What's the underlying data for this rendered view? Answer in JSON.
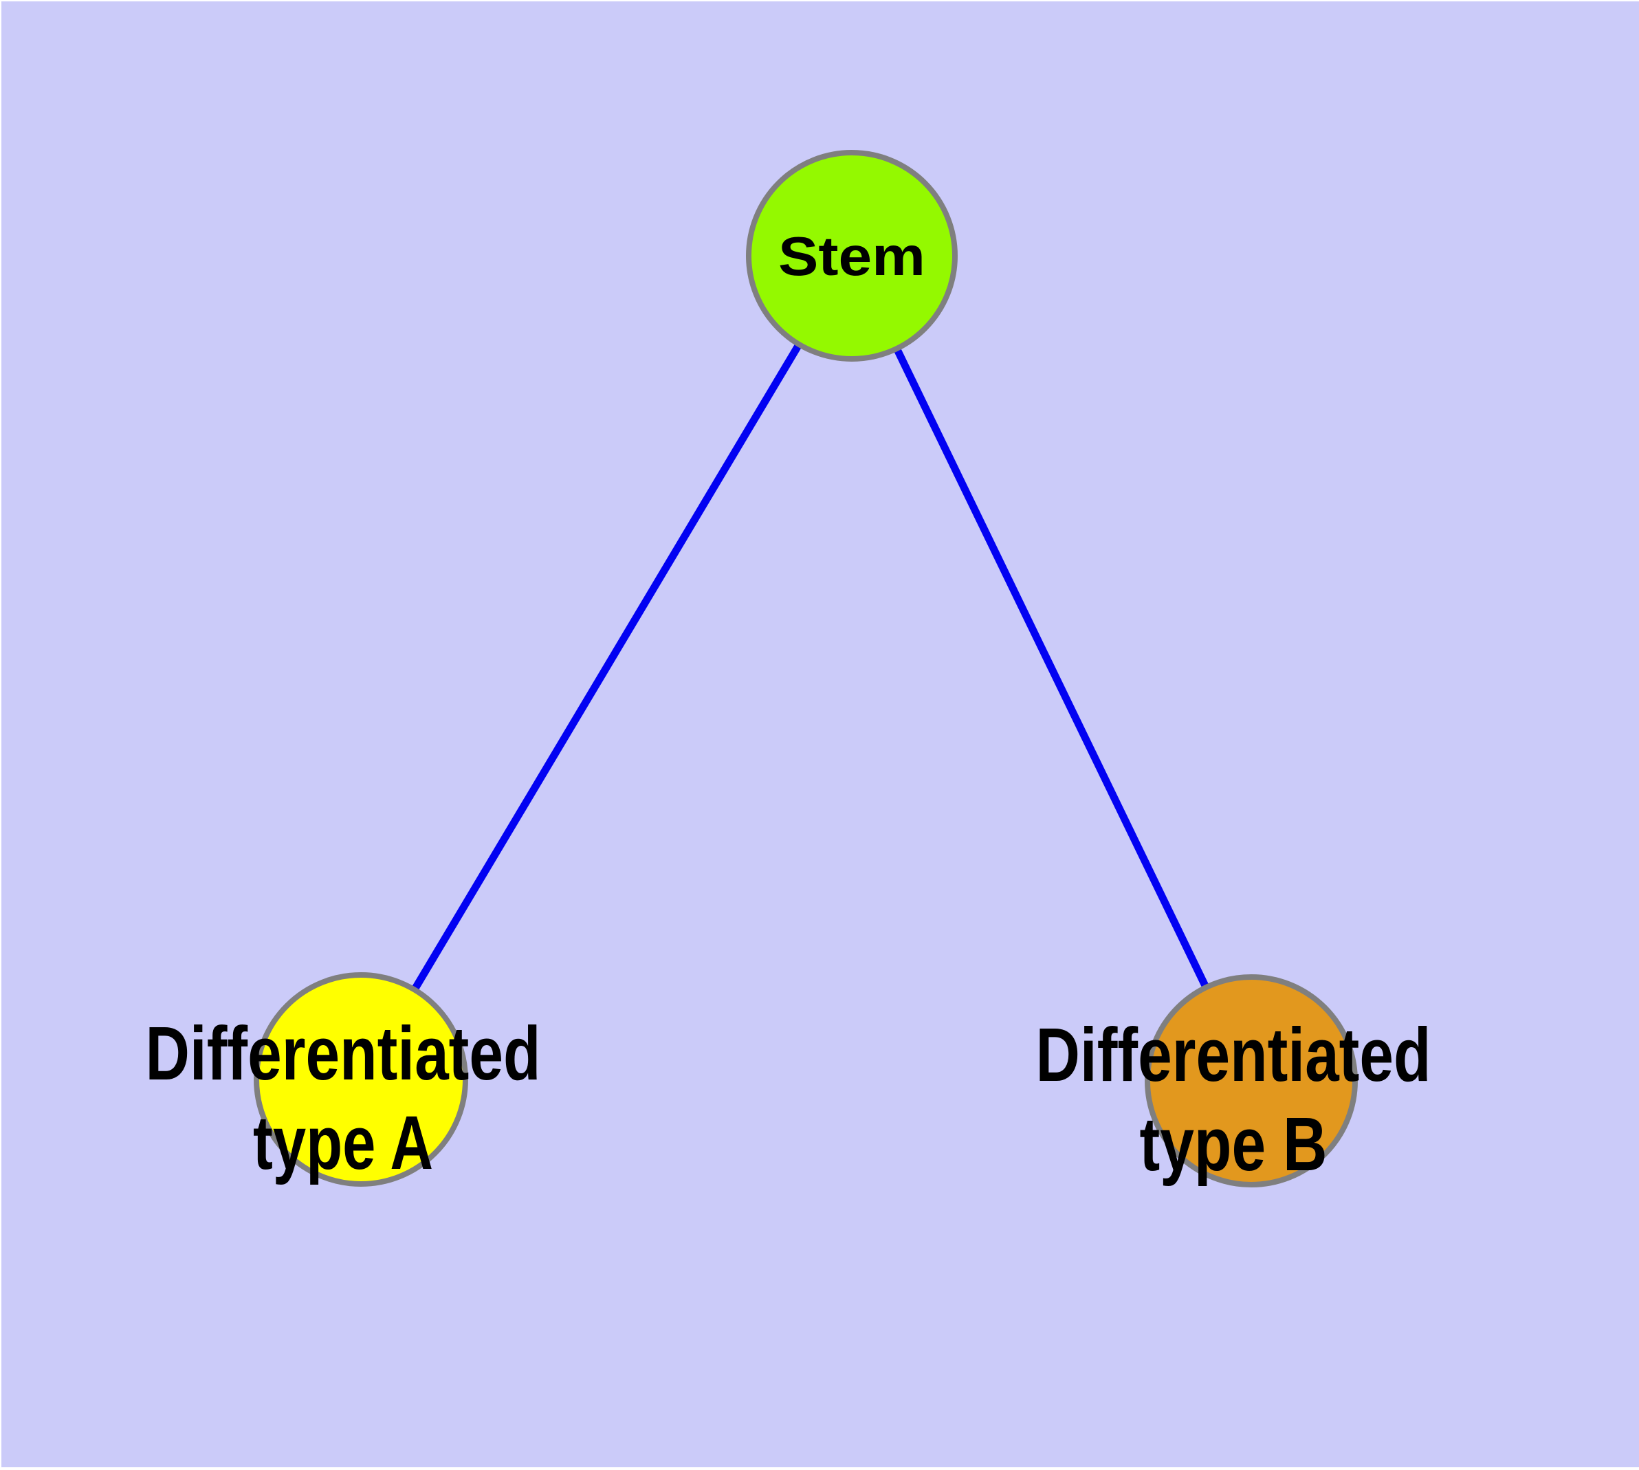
{
  "diagram": {
    "type": "node-link-graph",
    "background_color": "#cbcbf9",
    "frame_color": "#ffffff",
    "edge_color": "#0202f2",
    "node_border_color": "#7f7f7f",
    "label_color": "#000000",
    "nodes": [
      {
        "id": "stem",
        "label_lines": [
          "Stem"
        ],
        "fill": "#94f900"
      },
      {
        "id": "diff_a",
        "label_lines": [
          "Differentiated",
          "type A"
        ],
        "fill": "#ffff00"
      },
      {
        "id": "diff_b",
        "label_lines": [
          "Differentiated",
          "type B"
        ],
        "fill": "#e2981e"
      }
    ],
    "edges": [
      {
        "from": "Stem",
        "to": "Differentiated type A"
      },
      {
        "from": "Stem",
        "to": "Differentiated type B"
      }
    ]
  }
}
